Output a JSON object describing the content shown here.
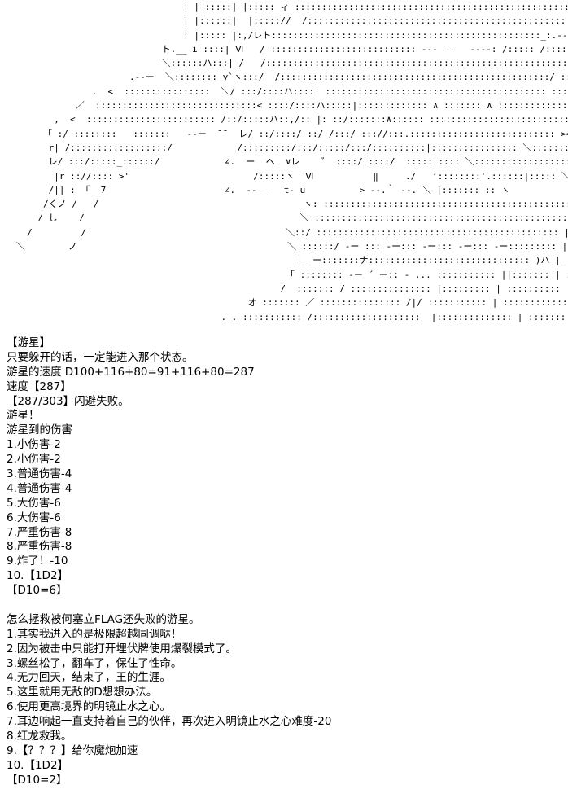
{
  "ascii_art": "                                  | | :::::| |::::: ィ :::::::::::::::::::::::::::::::::::::::::::::::::::::::::レ::: /   |:::|        / ::/\n                                  | |::::::|  |::::://  /:::::::::::::::::::::::::::::::::::::::::::::::::::::::::::/ ::: /   |::::L___/ ::/\n                                  ! |::::: |:,/レト::::::::::::::::::::::::::::::::::::::::::::::::::_:.-‐ ´ :::/  /::: /:::::::::: 〃::/\n                              ト.__ i ::::| Ⅵ   / ::::::::::::::::::::::::::: --- ¨¨   ‐‐‐‐: /::::: /:::::::::: / ::/\n                              ＼::::::ハ:::| /   /::::::::::::::::::::::::::::::::::::::::::::::::::::::::／ :::::::::::::/::: '/:::::::/ ::/\n                        .-‐ー  ＼:::::::: y`ヽ:::/  /::::::::::::::::::::::::::::::::::::::::::::::::::/ :::::::::::::::: /::: /::::::::/::::\n                 .  <  ::::::::::::::::  ＼/ :::/::::ハ::::| ::::::::::::::::::::::::::::::::::::::::: ::::/ ::::::::::/ :::::::: > ‐‐ ・..._\n              ／  ::::::::::::::::::::::::::::::< ::::/::::ハ:::::|::::::::::::: ∧ ::::::: ∧ ::::::::::::::::::::: ＼ ::::::::::::::::::::::::::::::::::::::: >\n          ,  <  :::::::::::::::::::::::: /::/:::::ハ::,/:: |: ::/:::::::∧:::::: ::::::::::::::::::::::::::::::::::: ＼:::::::::::::::::::::::::::::::::::::::> '\n        「 :/ ::::::::   :::::::   ‐‐ー  ¯¯  レ/ ::/::::/ ::/ /:::/ ::://:::.::::::::::::::::::::::::::: ><::::::::::::::::::::::::::::::::: ＼\n         r| /::::::::::::::::::/            /:::::::::/:::/:::::/:::/::::::::::|:::::::::::::::: ＼:::::::::::::::::::::::::::::::::::::: ＼\n         レ/ :::/:::::_::::::/            ∠.  ー  ヘ  ∨レ    ゛ ::::/ ::::/  ::::: :::: ＼:::::::::::::::::::::::: ＼\n          |r :://:::: >'                       /:::::ヽ  Ⅵ           ‖     ./   ‘::::::::'.::::::|::::: ＼\n         /|| : 「  7                      ∠.  ‐‐ _   t‐ u          > ‐‐.｀ ‐‐. ＼ |::::::: :: ヽ\n        /くノ /   /                                      ヽ: ::::::::::::::::::::::::::::::::::::::::::::::::::::: |\n       / し    /                                        ＼ :::::::::::::::::::::::::::::::::::::::::::::::: |\n     /         /                                     ＼::/ ::::::::::::::::::::::::::::::::::::::::::::: |ハ  |\n   ＼        ノ                                       ＼ ::::::/ ‐ー ::: ‐ー::: ‐ー::: ‐ー::: ‐ー::::::::: |ハ  |\n                                                       |_ ー:::::::ナ::::::::::::::::::::::::::::::_)ハ |___ __\n                                                     「 :::::::: ‐ー ´ ー:: ‐ ... ::::::::::: ||::::::: | ::::: ` 、\n                                                    /  ::::::: / ::::::::::::::: |::::::::: | :::::::::: :: i i  !\n                                              オ ::::::: ／ ::::::::::::::: /|/ ::::::::::: | :::::::::::::: | |  !\n                                         . . ::::::::::: /::::::::::::::::::::  |:::::::::::::: | :::::::::::::: | |  !",
  "lines": [
    "【游星】",
    "只要躲开的话，一定能进入那个状态。",
    "游星的速度 D100+116+80=91+116+80=287",
    "速度【287】",
    "【287/303】闪避失败。",
    "游星！",
    "游星到的伤害",
    "1.小伤害-2",
    "2.小伤害-2",
    "3.普通伤害-4",
    "4.普通伤害-4",
    "5.大伤害-6",
    "6.大伤害-6",
    "7.严重伤害-8",
    "8.严重伤害-8",
    "9.炸了！-10",
    "10.【1D2】",
    "【D10=6】",
    "",
    "怎么拯救被何塞立FLAG还失败的游星。",
    "1.其实我进入的是极限超越同调哒！",
    "2.因为被击中只能打开埋伏牌使用爆裂模式了。",
    "3.螺丝松了，翻车了，保住了性命。",
    "4.无力回天，结束了，王的生涯。",
    "5.这里就用无敌的D想想办法。",
    "6.使用更高境界的明镜止水之心。",
    "7.耳边响起一直支持着自己的伙伴，再次进入明镜止水之心难度-20",
    "8.红龙救我。",
    "9.【？？？】给你魔炮加速",
    "10.【1D2】",
    "【D10=2】"
  ]
}
